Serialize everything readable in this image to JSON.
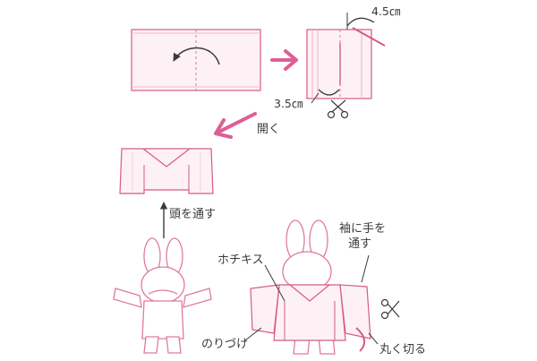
{
  "labels": {
    "side_width": "4.5㎝",
    "cut_depth": "3.5㎝",
    "open": "開く",
    "pass_head": "頭を通す",
    "sleeve_line1": "袖に手を",
    "sleeve_line2": "通す",
    "stapler": "ホチキス",
    "glue": "のりづけ",
    "round_cut": "丸く切る"
  },
  "colors": {
    "paper_line": "#d65a8a",
    "paper_fill": "#fdf1f5",
    "arrow": "#de5f95",
    "ink": "#3a3a3a",
    "bunny_line": "#e07aa0"
  },
  "icons": [
    "curved-fold-arrow-icon",
    "scissors-icon",
    "right-arrow-icon",
    "down-left-arrow-icon",
    "up-arrow-icon"
  ]
}
